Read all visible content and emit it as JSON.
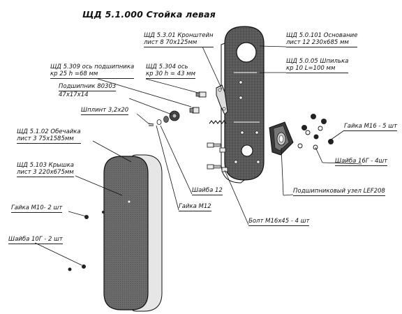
{
  "title": "ЩД 5.1.000 Стойка левая",
  "labels": {
    "bracket": [
      "ЩД 5.3.01 Кронштейн",
      "лист 8   70x125мм"
    ],
    "base": [
      "ЩД 5.0.101 Основание",
      "лист 12    230x685 мм"
    ],
    "bearing_axle": [
      "ЩД 5.309 ось подшипника",
      "кр 25 h =68 мм"
    ],
    "axle": [
      "ЩД 5.304 ось",
      "кр 30 h = 43 мм"
    ],
    "stud": [
      "ЩД 5.0.05 Шпилька",
      "кр 10    L=100 мм"
    ],
    "bearing": [
      "Подшипник 80303",
      "47x17x14"
    ],
    "cotter": "Шплинт 3,2x20",
    "nut_m16": "Гайка М16 - 5 шт",
    "shell": [
      "ЩД 5.1.02 Обечайка",
      "лист 3    75x1585мм"
    ],
    "washer_16": "Шайба 16Г - 4шт",
    "cover": [
      "ЩД 5.103 Крышка",
      "лист 3    220x675мм"
    ],
    "washer_12": "Шайба 12",
    "bearing_unit": "Подшипниковый узел LEF208",
    "nut_m12": "Гайка М12",
    "bolt": "Болт М16x45 - 4 шт",
    "nut_m10": "Гайка М10- 2 шт",
    "washer_10": "Шайба 10Г - 2 шт"
  }
}
